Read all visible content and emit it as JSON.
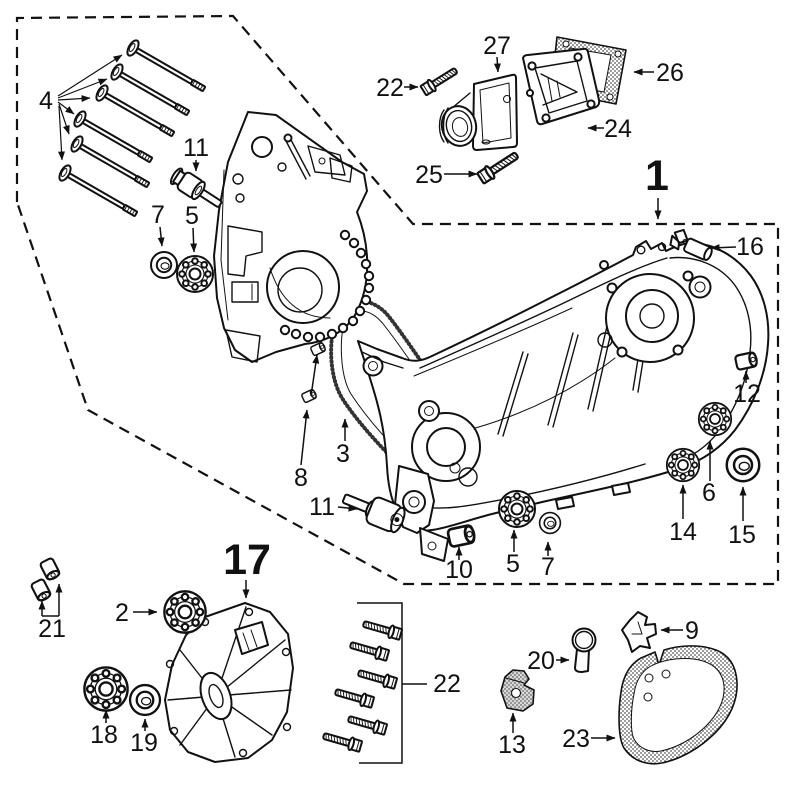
{
  "page": {
    "background_color": "#ffffff",
    "line_color": "#111111",
    "gasket_texture_color": "#555555"
  },
  "diagram": {
    "type": "exploded-parts-diagram",
    "group_boundary_style": "dashed",
    "labels": [
      {
        "id": "callout-4",
        "text": "4"
      },
      {
        "id": "callout-11-top",
        "text": "11"
      },
      {
        "id": "callout-7-top",
        "text": "7"
      },
      {
        "id": "callout-5-top",
        "text": "5"
      },
      {
        "id": "callout-22-top",
        "text": "22"
      },
      {
        "id": "callout-27",
        "text": "27"
      },
      {
        "id": "callout-26",
        "text": "26"
      },
      {
        "id": "callout-24",
        "text": "24"
      },
      {
        "id": "callout-25",
        "text": "25"
      },
      {
        "id": "callout-1",
        "text": "1"
      },
      {
        "id": "callout-16",
        "text": "16"
      },
      {
        "id": "callout-12",
        "text": "12"
      },
      {
        "id": "callout-6",
        "text": "6"
      },
      {
        "id": "callout-14",
        "text": "14"
      },
      {
        "id": "callout-15",
        "text": "15"
      },
      {
        "id": "callout-3",
        "text": "3"
      },
      {
        "id": "callout-8",
        "text": "8"
      },
      {
        "id": "callout-11-bottom",
        "text": "11"
      },
      {
        "id": "callout-10",
        "text": "10"
      },
      {
        "id": "callout-5-bottom",
        "text": "5"
      },
      {
        "id": "callout-7-bottom",
        "text": "7"
      },
      {
        "id": "callout-17",
        "text": "17"
      },
      {
        "id": "callout-2",
        "text": "2"
      },
      {
        "id": "callout-21",
        "text": "21"
      },
      {
        "id": "callout-18",
        "text": "18"
      },
      {
        "id": "callout-19",
        "text": "19"
      },
      {
        "id": "callout-22-bottom",
        "text": "22"
      },
      {
        "id": "callout-20",
        "text": "20"
      },
      {
        "id": "callout-9",
        "text": "9"
      },
      {
        "id": "callout-13",
        "text": "13"
      },
      {
        "id": "callout-23",
        "text": "23"
      }
    ]
  }
}
